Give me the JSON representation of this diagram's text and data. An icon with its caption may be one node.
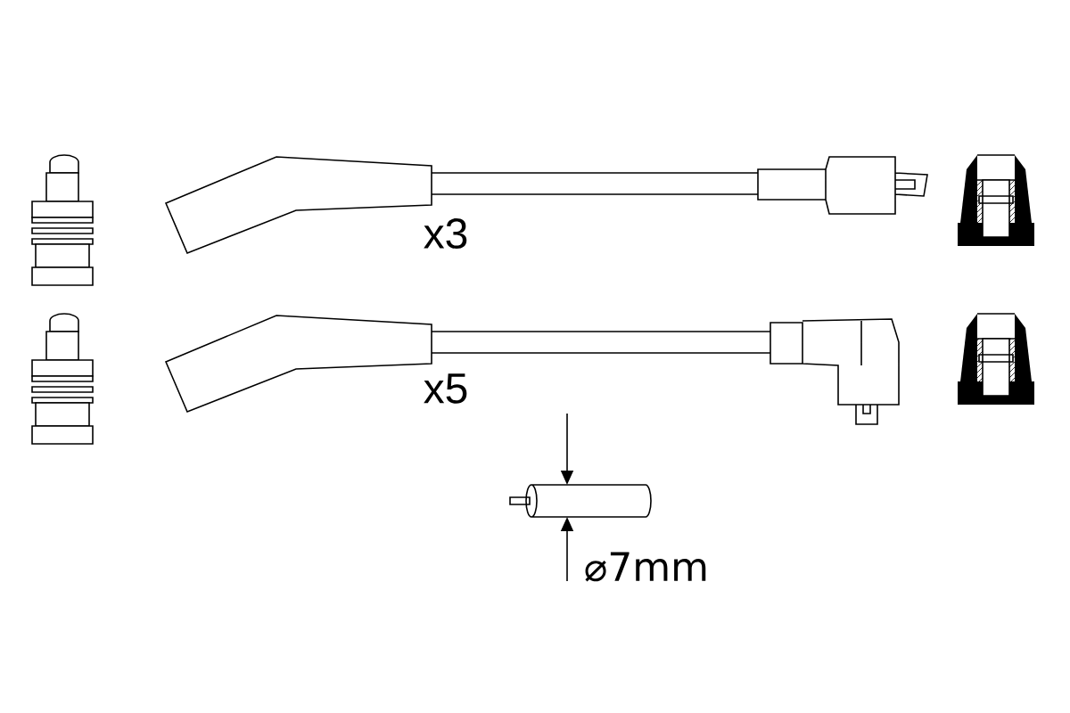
{
  "diagram": {
    "labels": [
      "x3",
      "x5",
      "⌀7mm"
    ]
  }
}
